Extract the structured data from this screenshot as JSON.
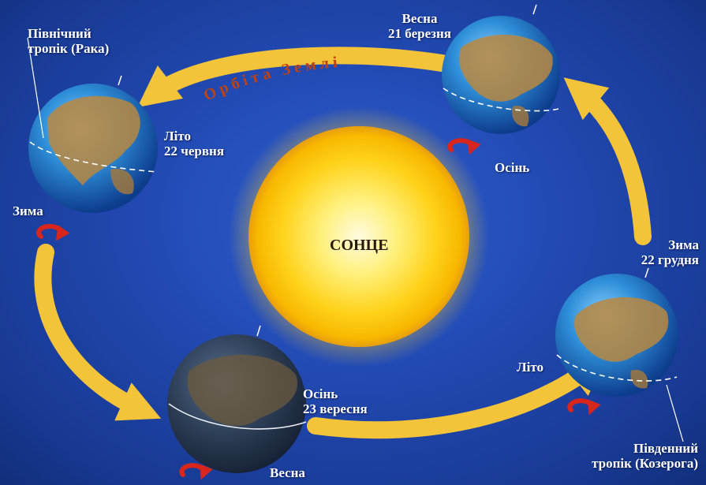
{
  "sun": {
    "label": "СОНЦЕ"
  },
  "orbit": {
    "label": "Орбіта Землі"
  },
  "labels": {
    "north_tropic": [
      "Північний",
      "тропік (Рака)"
    ],
    "south_tropic": [
      "Південний",
      "тропік (Козерога)"
    ],
    "left_globe": {
      "season": "Літо",
      "date": "22 червня",
      "other": "Зима"
    },
    "top_right_globe": {
      "season": "Весна",
      "date": "21 березня",
      "other": "Осінь"
    },
    "right_globe": {
      "season": "Зима",
      "date": "22 грудня",
      "other": "Літо"
    },
    "bottom_globe": {
      "season": "Осінь",
      "date": "23 вересня",
      "other": "Весна"
    }
  },
  "colors": {
    "background": "#2148b0",
    "sun": "#ffd21a",
    "orbit_arrow": "#f3c43a",
    "rotation_arrow": "#d8261c",
    "ocean": "#2f8fd8",
    "land": "#b9873f"
  }
}
